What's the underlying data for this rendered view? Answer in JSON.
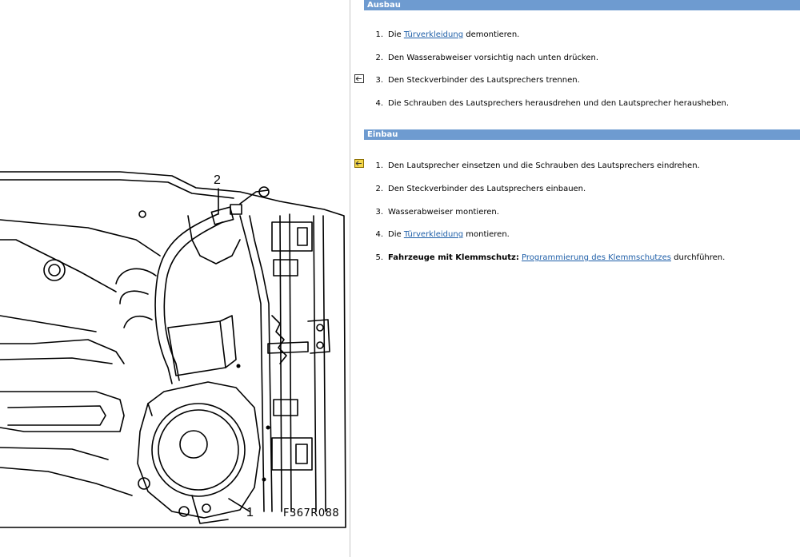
{
  "figure": {
    "label": "F367R088",
    "callouts": [
      "1",
      "2"
    ]
  },
  "sections": {
    "ausbau": {
      "title": "Ausbau",
      "steps": [
        {
          "num": "1.",
          "before": "Die ",
          "link": "Türverkleidung",
          "after": " demontieren."
        },
        {
          "num": "2.",
          "text": "Den Wasserabweiser vorsichtig nach unten drücken."
        },
        {
          "num": "3.",
          "text": "Den Steckverbinder des Lautsprechers trennen."
        },
        {
          "num": "4.",
          "text": "Die Schrauben des Lautsprechers herausdrehen und den Lautsprecher herausheben."
        }
      ]
    },
    "einbau": {
      "title": "Einbau",
      "steps": [
        {
          "num": "1.",
          "text": "Den Lautsprecher einsetzen und die Schrauben des Lautsprechers eindrehen."
        },
        {
          "num": "2.",
          "text": "Den Steckverbinder des Lautsprechers einbauen."
        },
        {
          "num": "3.",
          "text": "Wasserabweiser montieren."
        },
        {
          "num": "4.",
          "before": "Die ",
          "link": "Türverkleidung",
          "after": " montieren."
        },
        {
          "num": "5.",
          "bold": "Fahrzeuge mit Klemmschutz:",
          "space": " ",
          "link": "Programmierung des Klemmschutzes",
          "after": " durchführen."
        }
      ]
    }
  },
  "icons": {
    "step_ref_icon": "figure-reference-icon",
    "step_ref_color": "#d9b400"
  },
  "colors": {
    "header_bg": "#6e9bd0",
    "link": "#1f5fa8"
  }
}
